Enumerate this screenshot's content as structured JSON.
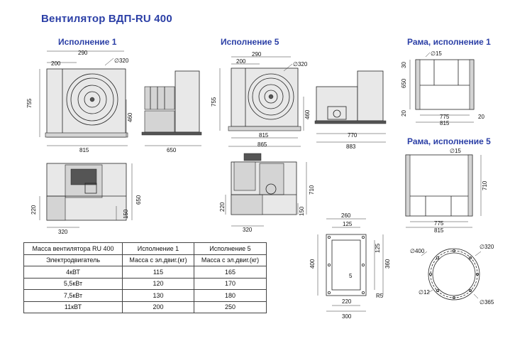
{
  "title": "Вентилятор ВДП-RU 400",
  "headers": {
    "variant1": "Исполнение 1",
    "variant5": "Исполнение 5",
    "frame1": "Рама, исполнение 1",
    "frame5": "Рама, исполнение 5"
  },
  "dims": {
    "d200": "200",
    "d290": "290",
    "d320": "320",
    "dia320": "∅320",
    "d755": "755",
    "d460": "460",
    "d815": "815",
    "d650": "650",
    "d865": "865",
    "d770": "770",
    "d883": "883",
    "d220": "220",
    "d150": "150",
    "d710": "710",
    "d30": "30",
    "dia15": "∅15",
    "d775": "775",
    "d20": "20",
    "d260": "260",
    "d125": "125",
    "d400": "400",
    "d360": "360",
    "d5": "5",
    "r5": "R5",
    "d300": "300",
    "dia400": "∅400",
    "dia12": "∅12",
    "dia365": "∅365"
  },
  "table": {
    "header": [
      "Масса вентилятора RU 400",
      "Исполнение 1",
      "Исполнение 5"
    ],
    "subheader": [
      "Электродвигатель",
      "Масса с эл.двиг.(кг)",
      "Масса с эл.двиг.(кг)"
    ],
    "rows": [
      [
        "4кВТ",
        "115",
        "165"
      ],
      [
        "5,5кВт",
        "120",
        "170"
      ],
      [
        "7,5кВт",
        "130",
        "180"
      ],
      [
        "11кВТ",
        "200",
        "250"
      ]
    ]
  }
}
